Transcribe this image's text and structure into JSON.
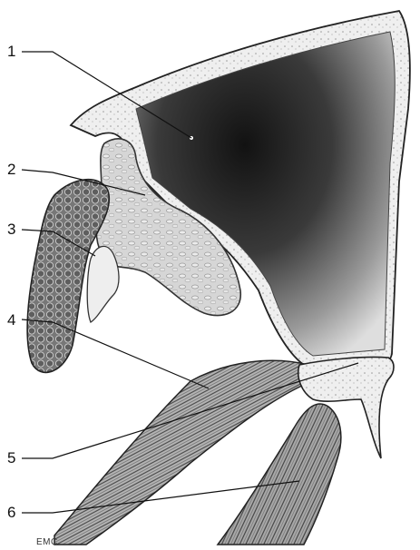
{
  "figure": {
    "labels": [
      {
        "id": "1",
        "text": "1"
      },
      {
        "id": "2",
        "text": "2"
      },
      {
        "id": "3",
        "text": "3"
      },
      {
        "id": "4",
        "text": "4"
      },
      {
        "id": "5",
        "text": "5"
      },
      {
        "id": "6",
        "text": "6"
      }
    ],
    "credit": "EMC",
    "colors": {
      "ink": "#111111",
      "cavity_dark": "#141414",
      "bone": "#f2f2f2",
      "tissue": "#cfcfcf",
      "muscle": "#8a8a8a"
    }
  }
}
